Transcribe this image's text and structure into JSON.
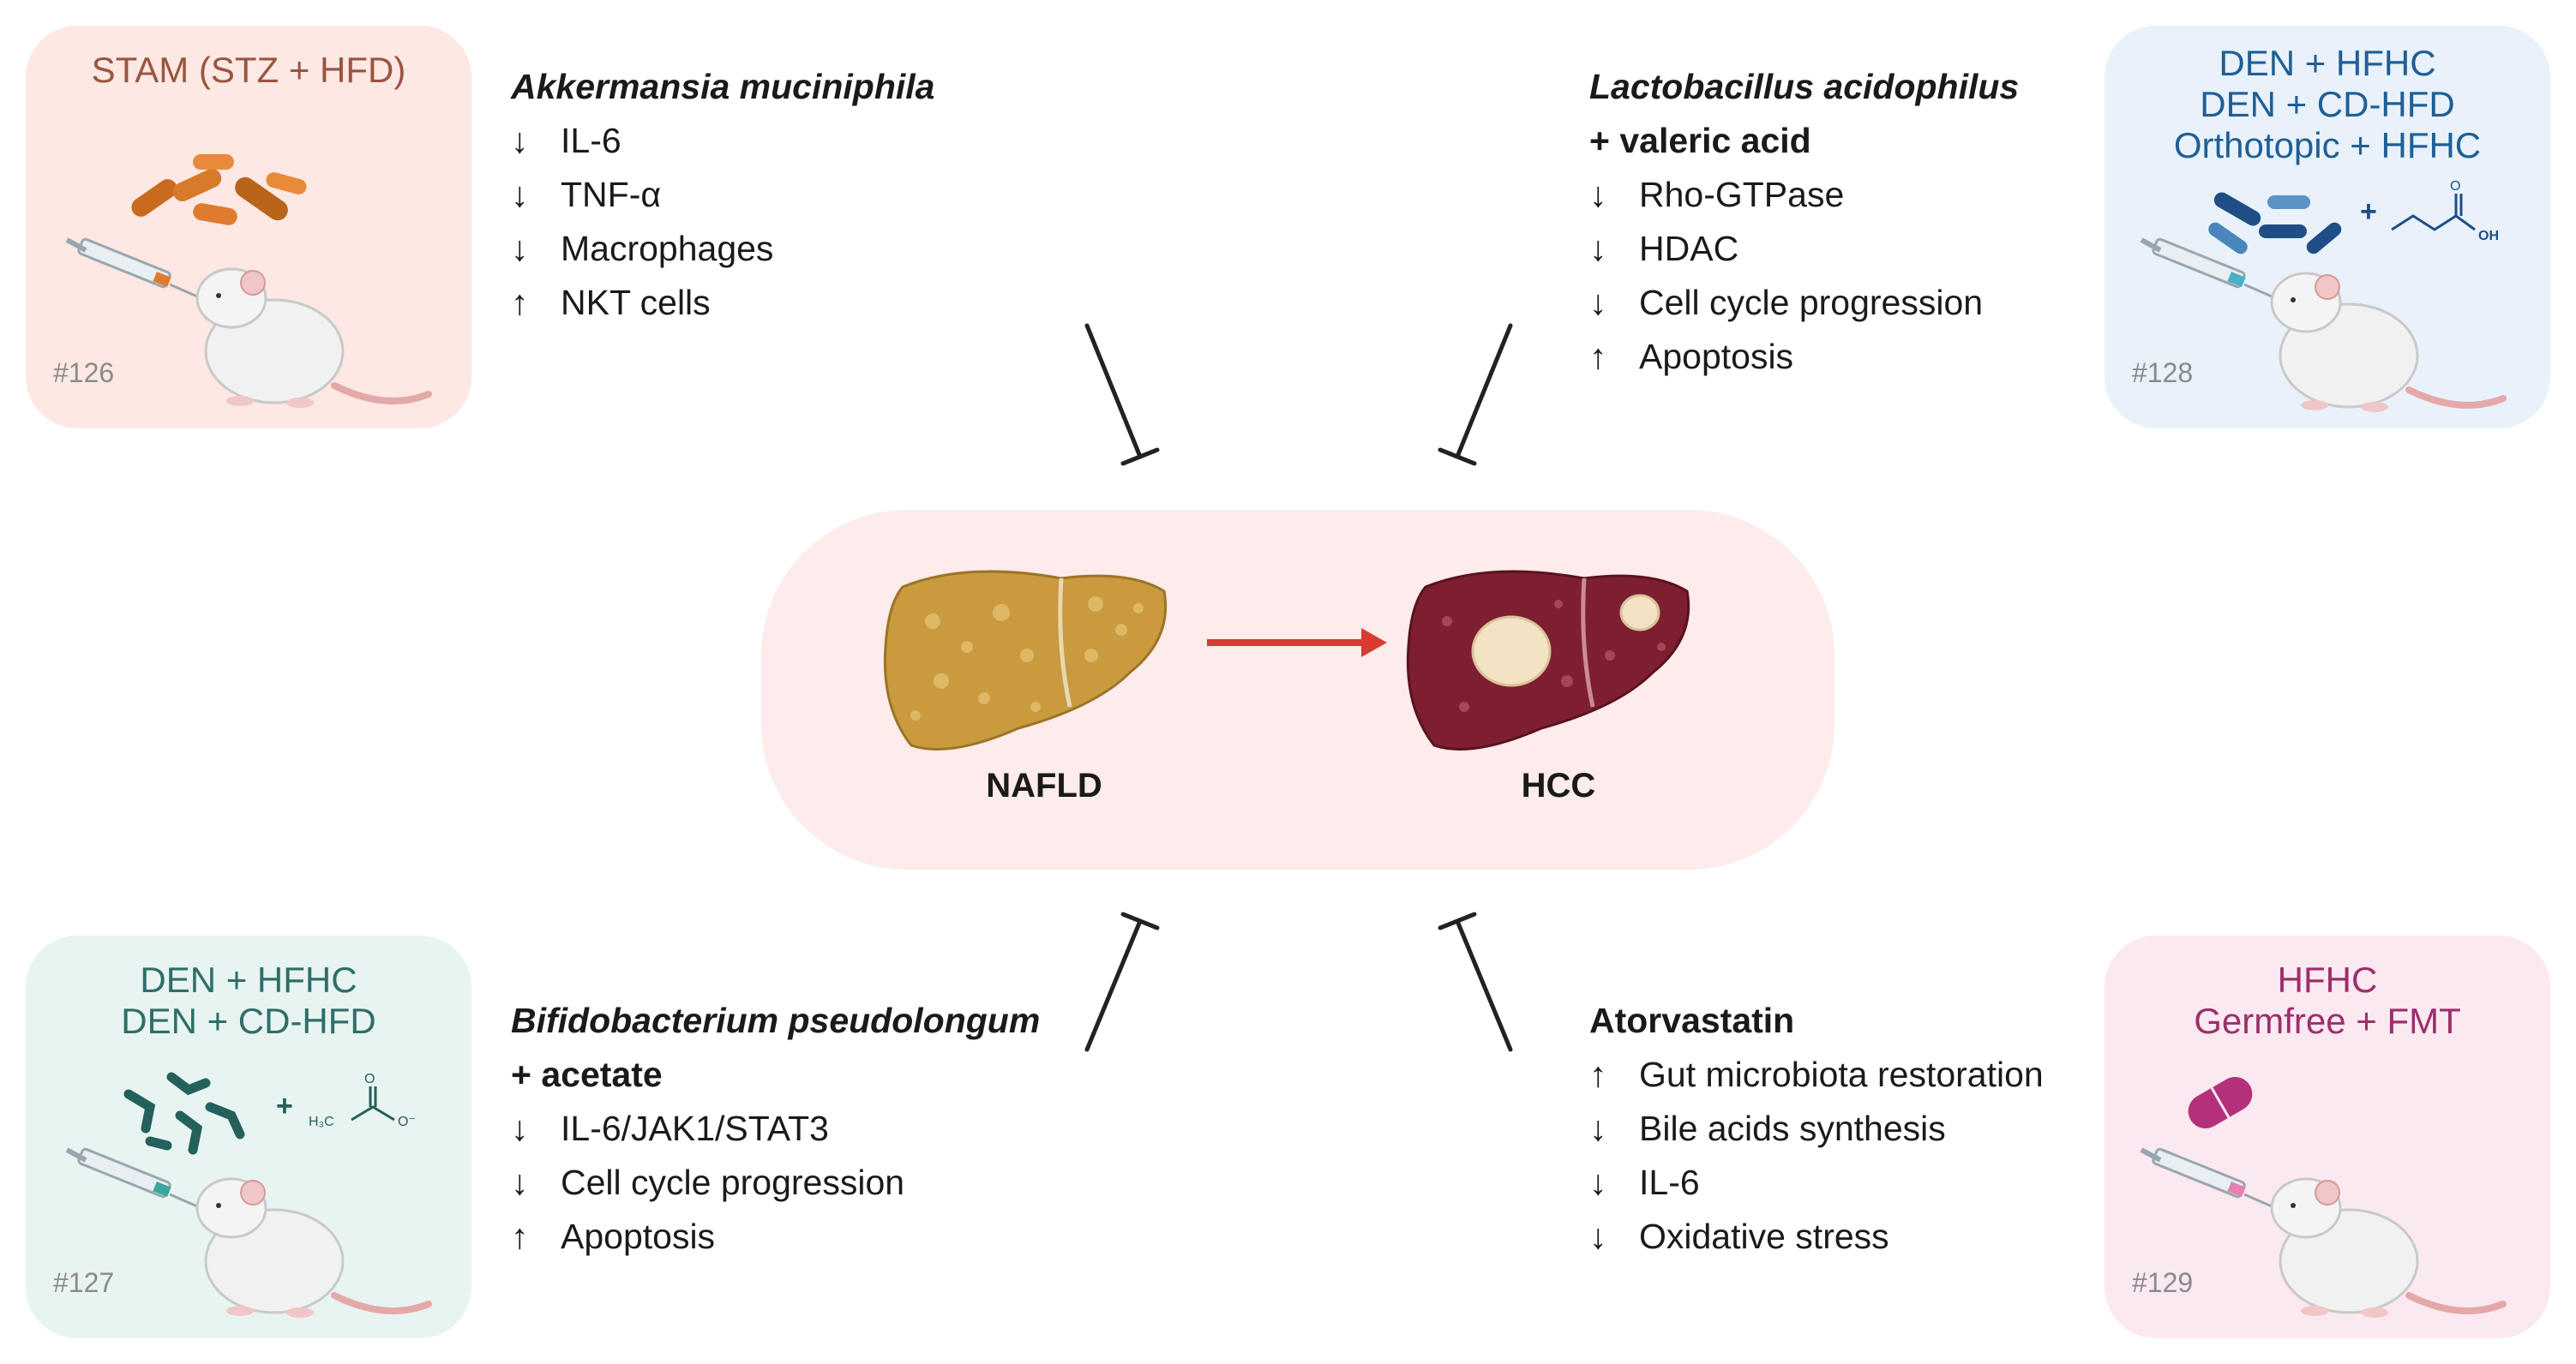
{
  "colors": {
    "model1_bg": "#fde8e3",
    "model1_title": "#9a5540",
    "model2_bg": "#e9f2fa",
    "model2_title": "#1f5f96",
    "model3_bg": "#e8f4f1",
    "model3_title": "#2f6e6a",
    "model4_bg": "#fbe9f2",
    "model4_title": "#9b2f6b",
    "center_bg": "#fdeceb",
    "arrow_red": "#d93a32",
    "nafld_liver": "#c99a3e",
    "hcc_liver": "#7d1f30"
  },
  "models": [
    {
      "lines": [
        "STAM (STZ + HFD)"
      ],
      "ref": "#126",
      "treatment_icon": "bacteria-icon"
    },
    {
      "lines": [
        "DEN + HFHC",
        "DEN + CD-HFD",
        "Orthotopic + HFHC"
      ],
      "ref": "#128",
      "treatment_icon": "bacteria-and-valeric-acid-icon"
    },
    {
      "lines": [
        "DEN + HFHC",
        "DEN + CD-HFD"
      ],
      "ref": "#127",
      "treatment_icon": "bifidobacteria-and-acetate-icon"
    },
    {
      "lines": [
        "HFHC",
        "Germfree + FMT"
      ],
      "ref": "#129",
      "treatment_icon": "capsule-icon"
    }
  ],
  "chem_labels": {
    "oh": "OH",
    "o": "O",
    "h3c": "H₃C",
    "o_minus": "O⁻",
    "plus": "+"
  },
  "treatments": [
    {
      "name": "Akkermansia muciniphila",
      "subtitle": "",
      "effects": [
        {
          "arrow": "↓",
          "text": "IL-6"
        },
        {
          "arrow": "↓",
          "text": "TNF-α"
        },
        {
          "arrow": "↓",
          "text": "Macrophages"
        },
        {
          "arrow": "↑",
          "text": "NKT cells"
        }
      ]
    },
    {
      "name": "Lactobacillus acidophilus",
      "subtitle": "+ valeric acid",
      "effects": [
        {
          "arrow": "↓",
          "text": "Rho-GTPase"
        },
        {
          "arrow": "↓",
          "text": "HDAC"
        },
        {
          "arrow": "↓",
          "text": "Cell cycle progression"
        },
        {
          "arrow": "↑",
          "text": "Apoptosis"
        }
      ]
    },
    {
      "name": "Bifidobacterium pseudolongum",
      "subtitle": "+ acetate",
      "effects": [
        {
          "arrow": "↓",
          "text": "IL-6/JAK1/STAT3"
        },
        {
          "arrow": "↓",
          "text": "Cell cycle progression"
        },
        {
          "arrow": "↑",
          "text": "Apoptosis"
        }
      ]
    },
    {
      "name": "Atorvastatin",
      "subtitle": "",
      "effects": [
        {
          "arrow": "↑",
          "text": "Gut microbiota restoration"
        },
        {
          "arrow": "↓",
          "text": "Bile acids synthesis"
        },
        {
          "arrow": "↓",
          "text": "IL-6"
        },
        {
          "arrow": "↓",
          "text": "Oxidative stress"
        }
      ]
    }
  ],
  "center": {
    "left_label": "NAFLD",
    "right_label": "HCC"
  }
}
